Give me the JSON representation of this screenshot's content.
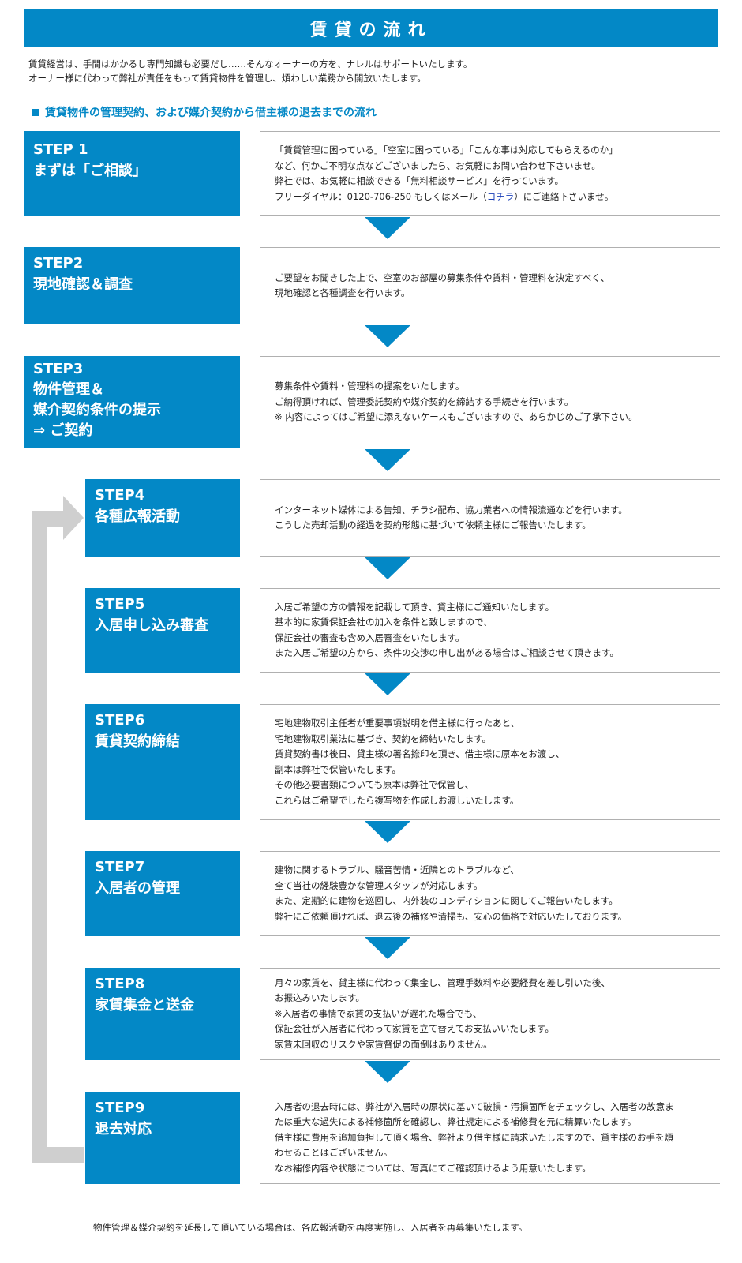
{
  "page_title": "賃貸の流れ",
  "intro": [
    "賃貸経営は、手間はかかるし専門知識も必要だし……そんなオーナーの方を、ナレルはサポートいたします。",
    "オーナー様に代わって弊社が責任をもって賃貸物件を管理し、煩わしい業務から開放いたします。"
  ],
  "section_heading": "賃貸物件の管理契約、および媒介契約から借主様の退去までの流れ",
  "steps": [
    {
      "num": "STEP 1",
      "title": [
        "まずは「ご相談」"
      ],
      "desc": [
        "「賃貸管理に困っている」「空室に困っている」「こんな事は対応してもらえるのか」",
        "など、何かご不明な点などございましたら、お気軽にお問い合わせ下さいませ。",
        "弊社では、お気軽に相談できる「無料相談サービス」を行っています。"
      ],
      "contact_prefix": "フリーダイヤル：0120-706-250 もしくはメール（",
      "contact_link": "コチラ",
      "contact_suffix": "）にご連絡下さいませ。"
    },
    {
      "num": "STEP2",
      "title": [
        "現地確認＆調査"
      ],
      "desc": [
        "ご要望をお聞きした上で、空室のお部屋の募集条件や賃料・管理料を決定すべく、",
        "現地確認と各種調査を行います。"
      ]
    },
    {
      "num": "STEP3",
      "title": [
        "物件管理＆",
        "媒介契約条件の提示",
        "⇒ ご契約"
      ],
      "desc": [
        "募集条件や賃料・管理料の提案をいたします。",
        "ご納得頂ければ、管理委託契約や媒介契約を締結する手続きを行います。",
        "※ 内容によってはご希望に添えないケースもございますので、あらかじめご了承下さい。"
      ]
    },
    {
      "num": "STEP4",
      "title": [
        "各種広報活動"
      ],
      "desc": [
        "インターネット媒体による告知、チラシ配布、協力業者への情報流通などを行います。",
        "こうした売却活動の経過を契約形態に基づいて依頼主様にご報告いたします。"
      ]
    },
    {
      "num": "STEP5",
      "title": [
        "入居申し込み審査"
      ],
      "desc": [
        "入居ご希望の方の情報を記載して頂き、貸主様にご通知いたします。",
        "基本的に家賃保証会社の加入を条件と致しますので、",
        "保証会社の審査も含め入居審査をいたします。",
        "また入居ご希望の方から、条件の交渉の申し出がある場合はご相談させて頂きます。"
      ]
    },
    {
      "num": "STEP6",
      "title": [
        "賃貸契約締結"
      ],
      "desc": [
        "宅地建物取引主任者が重要事項説明を借主様に行ったあと、",
        "宅地建物取引業法に基づき、契約を締結いたします。",
        "賃貸契約書は後日、貸主様の署名捺印を頂き、借主様に原本をお渡し、",
        "副本は弊社で保管いたします。",
        "その他必要書類についても原本は弊社で保管し、",
        "これらはご希望でしたら複写物を作成しお渡しいたします。"
      ]
    },
    {
      "num": "STEP7",
      "title": [
        "入居者の管理"
      ],
      "desc": [
        "建物に関するトラブル、騒音苦情・近隣とのトラブルなど、",
        "全て当社の経験豊かな管理スタッフが対応します。",
        "また、定期的に建物を巡回し、内外装のコンディションに関してご報告いたします。",
        "弊社にご依頼頂ければ、退去後の補修や清掃も、安心の価格で対応いたしております。"
      ]
    },
    {
      "num": "STEP8",
      "title": [
        "家賃集金と送金"
      ],
      "desc": [
        "月々の家賃を、貸主様に代わって集金し、管理手数料や必要経費を差し引いた後、",
        "お振込みいたします。",
        "※入居者の事情で家賃の支払いが遅れた場合でも、",
        "保証会社が入居者に代わって家賃を立て替えてお支払いいたします。",
        "家賃未回収のリスクや家賃督促の面倒はありません。"
      ]
    },
    {
      "num": "STEP9",
      "title": [
        "退去対応"
      ],
      "desc": [
        "入居者の退去時には、弊社が入居時の原状に基いて破損・汚損箇所をチェックし、入居者の故意ま",
        "たは重大な過失による補修箇所を確認し、弊社規定による補修費を元に精算いたします。",
        "借主様に費用を追加負担して頂く場合、弊社より借主様に請求いたしますので、貸主様のお手を煩",
        "わせることはございません。",
        "なお補修内容や状態については、写真にてご確認頂けるよう用意いたします。"
      ]
    }
  ],
  "footer_note": "物件管理＆媒介契約を延長して頂いている場合は、各広報活動を再度実施し、入居者を再募集いたします。",
  "colors": {
    "accent": "#0388c6",
    "loop_arrow": "#cfcfcf"
  }
}
